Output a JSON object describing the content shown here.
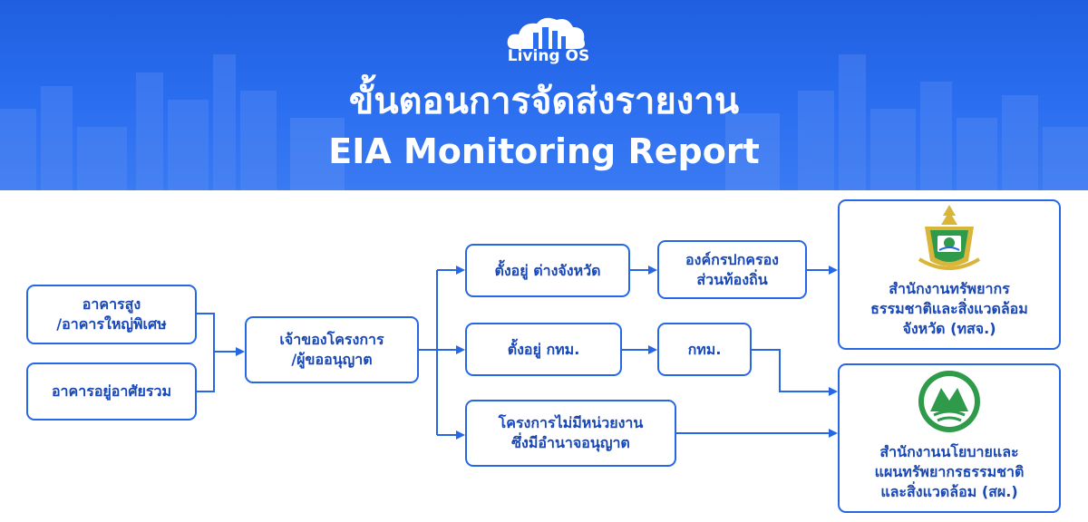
{
  "header": {
    "logo_text": "Living OS",
    "title_thai": "ขั้นตอนการจัดส่งรายงาน",
    "title_english": "EIA Monitoring Report"
  },
  "nodes": {
    "high_rise": {
      "line1": "อาคารสูง",
      "line2": "/อาคารใหญ่พิเศษ"
    },
    "residential": {
      "line1": "อาคารอยู่อาศัยรวม"
    },
    "owner": {
      "line1": "เจ้าของโครงการ",
      "line2": "/ผู้ขออนุญาต"
    },
    "provincial": {
      "line1": "ตั้งอยู่ ต่างจังหวัด"
    },
    "bangkok": {
      "line1": "ตั้งอยู่ กทม."
    },
    "no_authority": {
      "line1": "โครงการไม่มีหน่วยงาน",
      "line2": "ซึ่งมีอำนาจอนุญาต"
    },
    "local_admin": {
      "line1": "องค์กรปกครอง",
      "line2": "ส่วนท้องถิ่น"
    },
    "bma": {
      "line1": "กทม."
    },
    "provincial_office": {
      "line1": "สำนักงานทรัพยากร",
      "line2": "ธรรมชาติและสิ่งแวดล้อม",
      "line3": "จังหวัด (ทสจ.)"
    },
    "onep": {
      "line1": "สำนักงานนโยบายและ",
      "line2": "แผนทรัพยากรธรรมชาติ",
      "line3": "และสิ่งแวดล้อม (สผ.)"
    }
  },
  "colors": {
    "accent": "#2667e6",
    "text": "#1848b8",
    "header_bg": "#2b6ef0",
    "emblem_green": "#2e9a4a",
    "emblem_gold": "#d9b53a"
  },
  "icons": {
    "logo": "cloud-city-icon",
    "provincial_office_emblem": "ministry-emblem-icon",
    "onep_emblem": "onep-emblem-icon"
  }
}
